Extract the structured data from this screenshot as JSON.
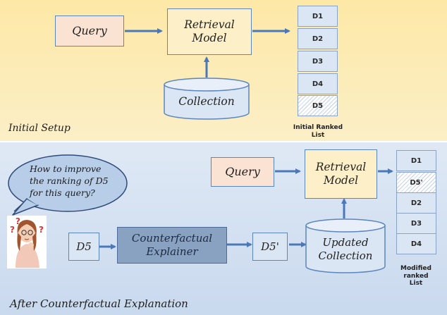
{
  "top": {
    "query": "Query",
    "model": "Retrieval\nModel",
    "collection": "Collection",
    "docs": [
      "D1",
      "D2",
      "D3",
      "D4",
      "D5"
    ],
    "list_label": "Initial Ranked\nList",
    "section_label": "Initial Setup"
  },
  "bottom": {
    "question": "How to improve the ranking of D5 for this query?",
    "d5": "D5",
    "explainer": "Counterfactual\nExplainer",
    "d5_prime": "D5'",
    "updated_collection": "Updated\nCollection",
    "query": "Query",
    "model": "Retrieval\nModel",
    "docs": [
      "D1",
      "D5'",
      "D2",
      "D3",
      "D4"
    ],
    "list_label": "Modified\nranked\nList",
    "section_label": "After Counterfactual Explanation"
  },
  "colors": {
    "arrow": "#4a78b8",
    "top_background": "#fde8a6",
    "bottom_background": "#d3e0f1",
    "explainer_fill": "#8aa2c2"
  }
}
